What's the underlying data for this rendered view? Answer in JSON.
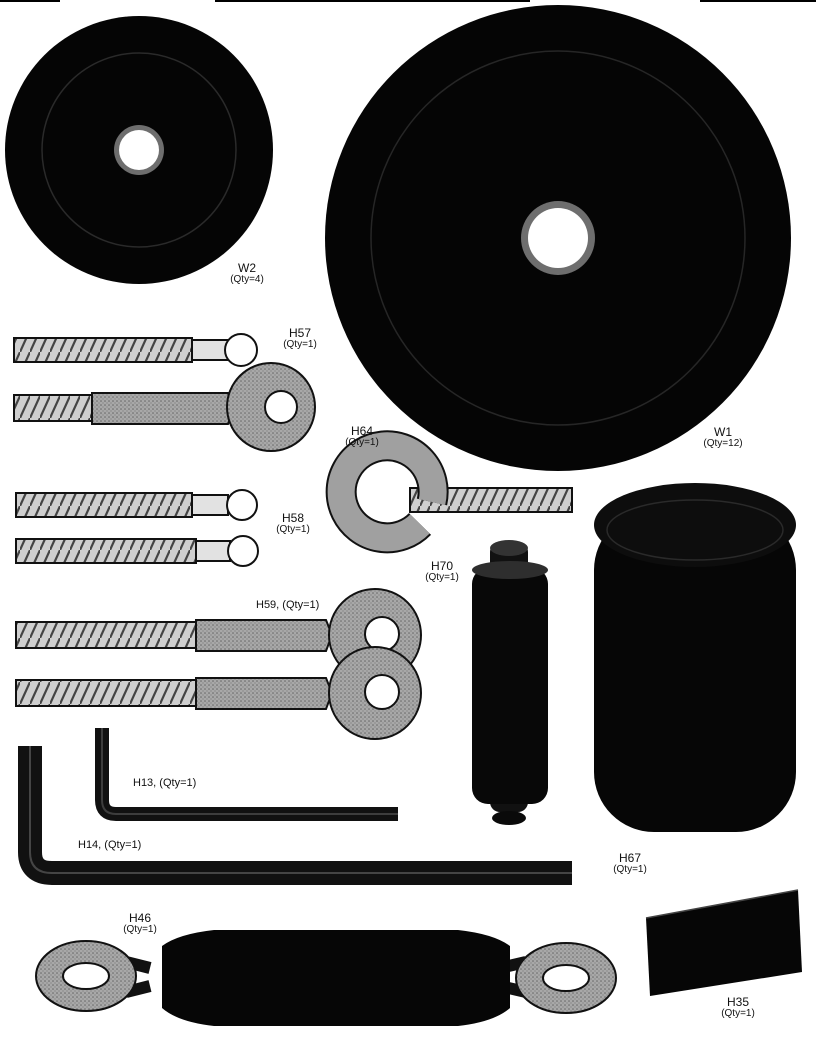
{
  "parts": {
    "w2": {
      "code": "W2",
      "qty": "(Qty=4)"
    },
    "w1": {
      "code": "W1",
      "qty": "(Qty=12)"
    },
    "h57": {
      "code": "H57",
      "qty": "(Qty=1)"
    },
    "h64": {
      "code": "H64",
      "qty": "(Qty=1)"
    },
    "h58": {
      "code": "H58",
      "qty": "(Qty=1)"
    },
    "h70": {
      "code": "H70",
      "qty": "(Qty=1)"
    },
    "h59": {
      "label": "H59, (Qty=1)"
    },
    "h13": {
      "label": "H13, (Qty=1)"
    },
    "h14": {
      "label": "H14, (Qty=1)"
    },
    "h67": {
      "code": "H67",
      "qty": "(Qty=1)"
    },
    "h46": {
      "code": "H46",
      "qty": "(Qty=1)"
    },
    "h35": {
      "code": "H35",
      "qty": "(Qty=1)"
    }
  }
}
